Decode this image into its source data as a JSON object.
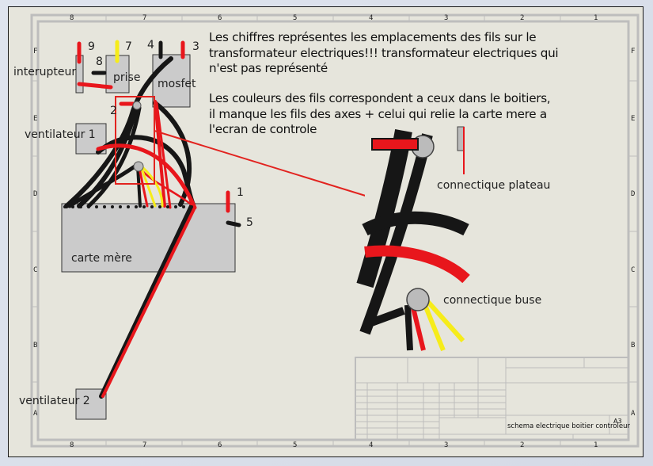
{
  "notes": {
    "paragraph1": [
      "Les chiffres représentes les emplacements des fils sur le",
      "transformateur electriques!!! transformateur electriques qui",
      "n'est pas représenté"
    ],
    "paragraph2": [
      "Les couleurs des fils correspondent a ceux dans le boitiers,",
      "il manque les fils des axes + celui qui relie la carte mere a",
      "l'ecran de controle"
    ]
  },
  "components": {
    "interrupteur": "interupteur",
    "prise": "prise",
    "mosfet": "mosfet",
    "ventilateur1": "ventilateur 1",
    "ventilateur2": "ventilateur 2",
    "carte_mere": "carte mère"
  },
  "wire_numbers": [
    "1",
    "2",
    "3",
    "4",
    "5",
    "7",
    "8",
    "9"
  ],
  "detail_labels": {
    "plateau": "connectique plateau",
    "buse": "connectique buse"
  },
  "zones": {
    "columns": [
      "8",
      "7",
      "6",
      "5",
      "4",
      "3",
      "2",
      "1"
    ],
    "rows": [
      "F",
      "E",
      "D",
      "C",
      "B",
      "A"
    ]
  },
  "title_block": {
    "title": "schema electrique boitier controleur",
    "size": "A3"
  },
  "colors": {
    "wire_red": "#e8161c",
    "wire_black": "#161616",
    "wire_yellow": "#f6ec1a",
    "component_fill": "#cbcbcb",
    "detail_frame": "#e2231f",
    "sheet": "#e6e5dc"
  }
}
